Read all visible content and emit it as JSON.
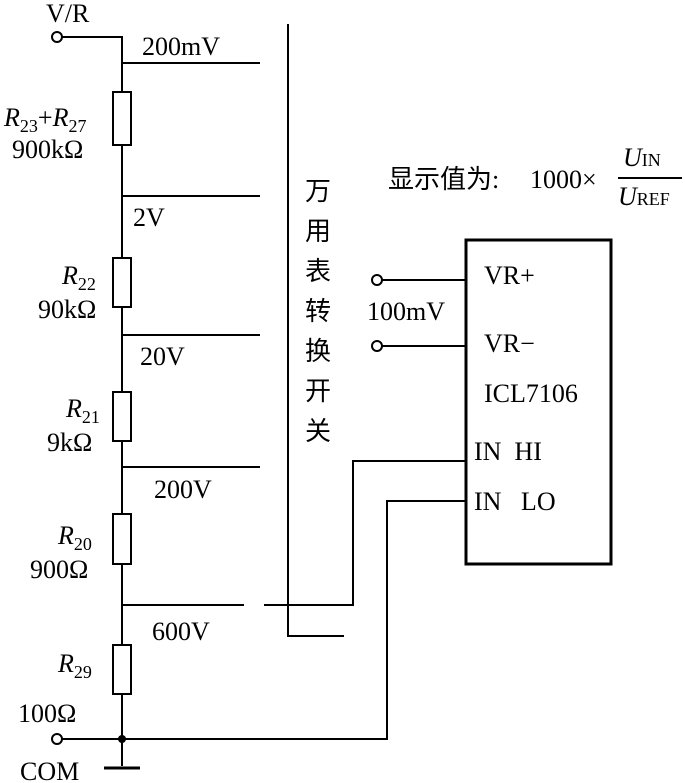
{
  "terminals": {
    "vr_input": "V/R",
    "com": "COM"
  },
  "resistors": [
    {
      "name": "R",
      "sub1": "23",
      "plus": "+",
      "name2": "R",
      "sub2": "27",
      "value": "900kΩ"
    },
    {
      "name": "R",
      "sub": "22",
      "value": "90kΩ"
    },
    {
      "name": "R",
      "sub": "21",
      "value": "9kΩ"
    },
    {
      "name": "R",
      "sub": "20",
      "value": "900Ω"
    },
    {
      "name": "R",
      "sub": "29",
      "value": "100Ω"
    }
  ],
  "ranges": [
    "200mV",
    "2V",
    "20V",
    "200V",
    "600V"
  ],
  "switch_label": [
    "万",
    "用",
    "表",
    "转",
    "换",
    "开",
    "关"
  ],
  "formula": {
    "prefix": "显示值为:",
    "factor": "1000×",
    "numerator": "U",
    "numerator_sub": "IN",
    "denominator": "U",
    "denominator_sub": "REF"
  },
  "reference_input": "100mV",
  "chip": {
    "pins": [
      "VR+",
      "VR−",
      "IN  HI",
      "IN   LO"
    ],
    "name": "ICL7106"
  }
}
